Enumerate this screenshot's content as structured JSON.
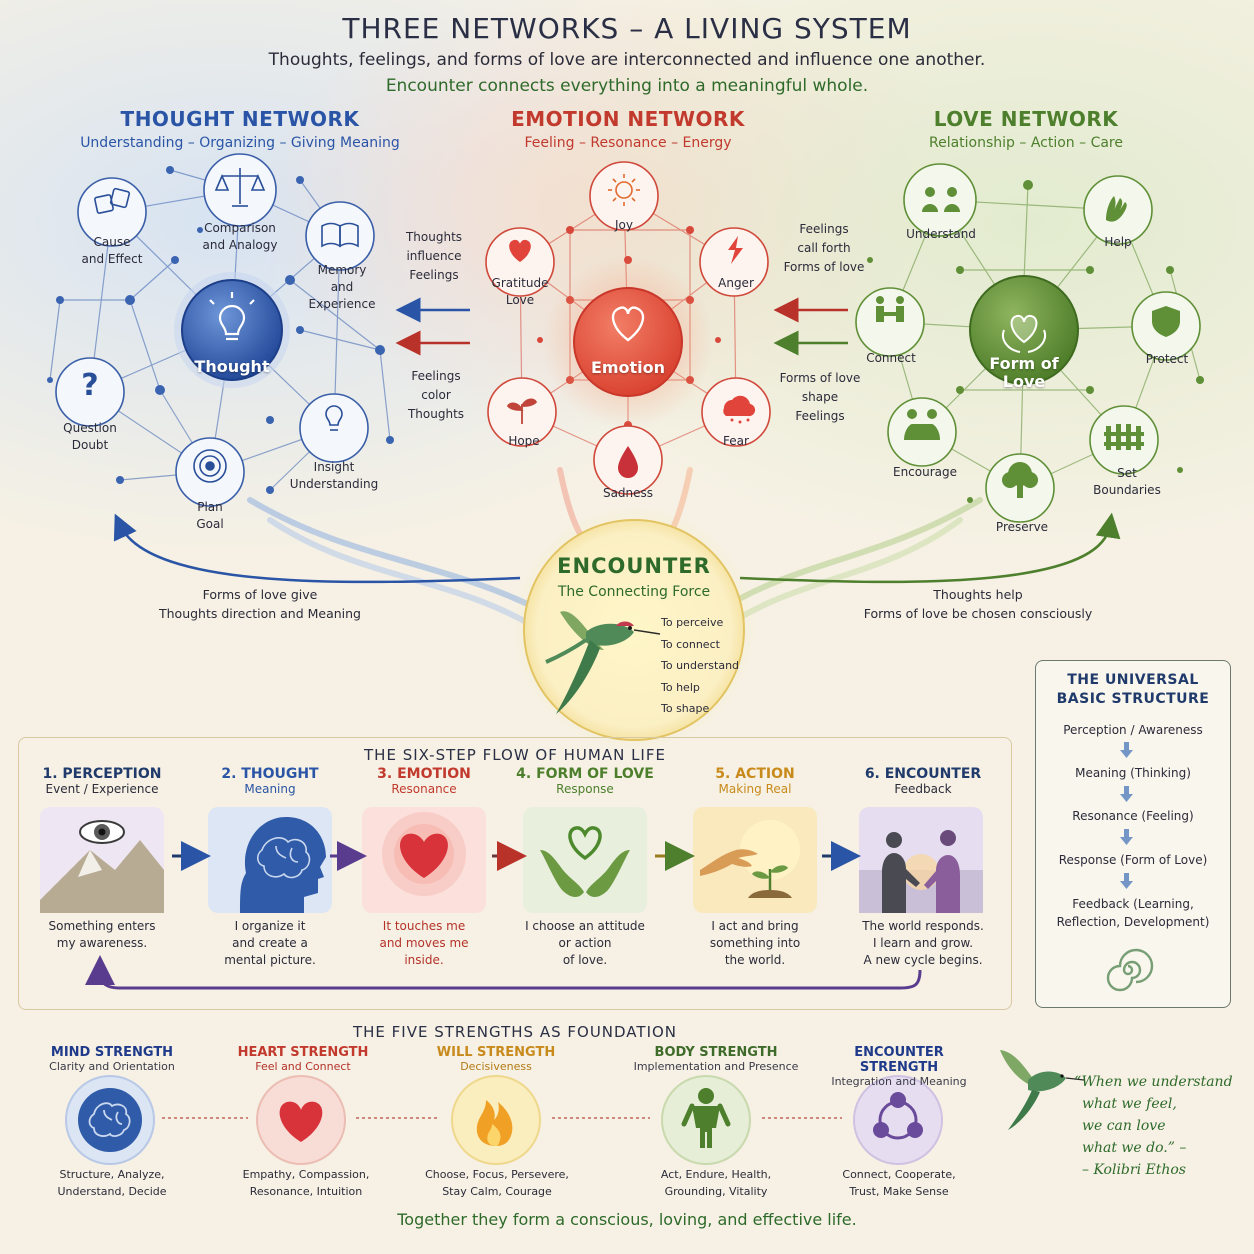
{
  "header": {
    "title": "THREE NETWORKS – A LIVING SYSTEM",
    "subtitle": "Thoughts, feelings, and forms of love are interconnected and influence one another.",
    "subtitle2": "Encounter connects everything into a meaningful whole."
  },
  "networks": {
    "thought": {
      "title": "THOUGHT NETWORK",
      "subtitle": "Understanding – Organizing – Giving Meaning",
      "center": "Thought",
      "color": "#2a55a6",
      "nodes": [
        {
          "label": "Cause\nand Effect",
          "icon": "dice-icon"
        },
        {
          "label": "Comparison\nand Analogy",
          "icon": "scales-icon"
        },
        {
          "label": "Memory\nand\nExperience",
          "icon": "book-icon"
        },
        {
          "label": "Question\nDoubt",
          "icon": "question-icon"
        },
        {
          "label": "Insight\nUnderstanding",
          "icon": "lightbulb-icon"
        },
        {
          "label": "Plan\nGoal",
          "icon": "target-icon"
        }
      ]
    },
    "emotion": {
      "title": "EMOTION NETWORK",
      "subtitle": "Feeling – Resonance – Energy",
      "center": "Emotion",
      "color": "#c23a2e",
      "nodes": [
        {
          "label": "Joy",
          "icon": "sun-icon"
        },
        {
          "label": "Gratitude\nLove",
          "icon": "heart-icon"
        },
        {
          "label": "Anger",
          "icon": "lightning-icon"
        },
        {
          "label": "Hope",
          "icon": "sprout-icon"
        },
        {
          "label": "Fear",
          "icon": "storm-cloud-icon"
        },
        {
          "label": "Sadness",
          "icon": "teardrop-icon"
        }
      ]
    },
    "love": {
      "title": "LOVE NETWORK",
      "subtitle": "Relationship – Action – Care",
      "center": "Form of\nLove",
      "color": "#4d7f2c",
      "nodes": [
        {
          "label": "Understand",
          "icon": "people-icon"
        },
        {
          "label": "Help",
          "icon": "hand-icon"
        },
        {
          "label": "Connect",
          "icon": "handshake-icon"
        },
        {
          "label": "Protect",
          "icon": "shield-icon"
        },
        {
          "label": "Encourage",
          "icon": "hug-icon"
        },
        {
          "label": "Set\nBoundaries",
          "icon": "fence-icon"
        },
        {
          "label": "Preserve",
          "icon": "tree-icon"
        }
      ]
    }
  },
  "connections": {
    "thoughts_influence_feelings": "Thoughts\ninfluence\nFeelings",
    "feelings_color_thoughts": "Feelings\ncolor\nThoughts",
    "feelings_call_forth": "Feelings\ncall forth\nForms of love",
    "forms_shape_feelings": "Forms of love\nshape\nFeelings",
    "love_gives_direction": "Forms of love give\nThoughts direction and Meaning",
    "thoughts_help_choose": "Thoughts help\nForms of love be chosen consciously"
  },
  "encounter": {
    "title": "ENCOUNTER",
    "subtitle": "The Connecting Force",
    "items": [
      "To perceive",
      "To connect",
      "To understand",
      "To help",
      "To shape"
    ]
  },
  "flow": {
    "title": "THE SIX-STEP FLOW OF HUMAN LIFE",
    "steps": [
      {
        "title": "1. PERCEPTION",
        "sub": "Event / Experience",
        "text": "Something enters\nmy awareness.",
        "color": "#1f3a6b",
        "icon": "eye-icon"
      },
      {
        "title": "2. THOUGHT",
        "sub": "Meaning",
        "text": "I organize it\nand create a\nmental picture.",
        "color": "#2a55a6",
        "icon": "brain-head-icon"
      },
      {
        "title": "3. EMOTION",
        "sub": "Resonance",
        "text": "It touches me\nand moves me\ninside.",
        "color": "#c23a2e",
        "icon": "heart-icon"
      },
      {
        "title": "4. FORM OF LOVE",
        "sub": "Response",
        "text": "I choose an attitude\nor action\nof love.",
        "color": "#4d7f2c",
        "icon": "hands-heart-icon"
      },
      {
        "title": "5. ACTION",
        "sub": "Making Real",
        "text": "I act and bring\nsomething into\nthe world.",
        "color": "#c98a1c",
        "icon": "hand-sprout-icon"
      },
      {
        "title": "6. ENCOUNTER",
        "sub": "Feedback",
        "text": "The world responds.\nI learn and grow.\nA new cycle begins.",
        "color": "#1f3a6b",
        "icon": "two-people-icon"
      }
    ]
  },
  "universal": {
    "title": "THE UNIVERSAL\nBASIC STRUCTURE",
    "items": [
      "Perception / Awareness",
      "Meaning (Thinking)",
      "Resonance (Feeling)",
      "Response (Form of Love)",
      "Feedback (Learning,\nReflection, Development)"
    ],
    "icon": "spiral-icon"
  },
  "strengths": {
    "title": "THE FIVE STRENGTHS AS FOUNDATION",
    "items": [
      {
        "title": "MIND STRENGTH",
        "sub": "Clarity and Orientation",
        "text": "Structure, Analyze,\nUnderstand, Decide",
        "color": "#1f3a8a",
        "icon": "brain-icon"
      },
      {
        "title": "HEART STRENGTH",
        "sub": "Feel and Connect",
        "text": "Empathy, Compassion,\nResonance, Intuition",
        "color": "#c23a2e",
        "icon": "heart-icon"
      },
      {
        "title": "WILL STRENGTH",
        "sub": "Decisiveness",
        "text": "Choose, Focus, Persevere,\nStay Calm, Courage",
        "color": "#c98a1c",
        "icon": "flame-icon"
      },
      {
        "title": "BODY STRENGTH",
        "sub": "Implementation and Presence",
        "text": "Act, Endure, Health,\nGrounding, Vitality",
        "color": "#3f6b2a",
        "icon": "body-icon"
      },
      {
        "title": "ENCOUNTER STRENGTH",
        "sub": "Integration and Meaning",
        "text": "Connect, Cooperate,\nTrust, Make Sense",
        "color": "#1f3a8a",
        "icon": "cycle-icon"
      }
    ]
  },
  "quote": {
    "lines": [
      "“When we understand",
      "what we feel,",
      "we can love",
      "what we do.” –",
      "– Kolibri Ethos"
    ]
  },
  "footer": "Together they form a conscious, loving, and effective life."
}
